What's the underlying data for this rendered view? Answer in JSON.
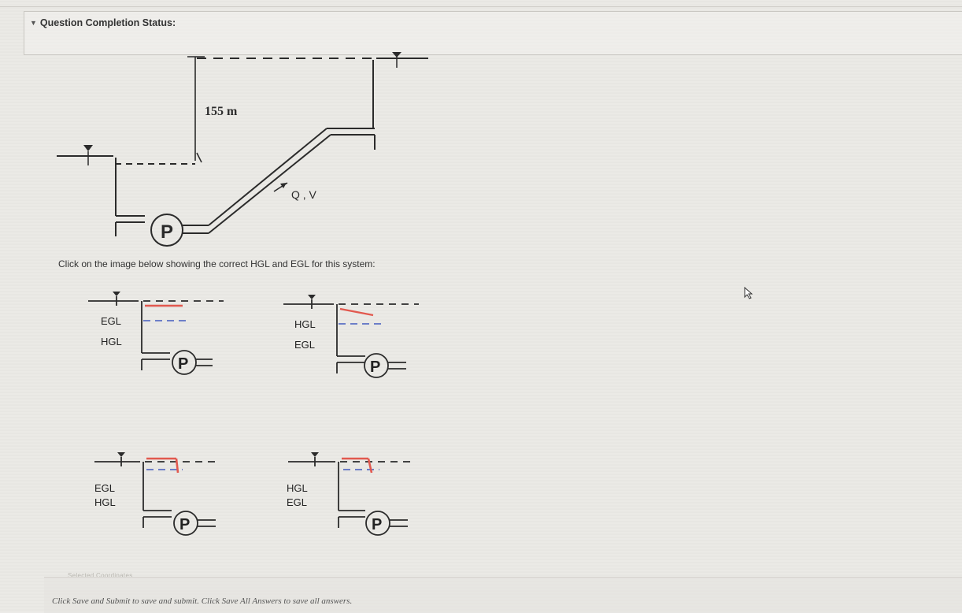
{
  "status": {
    "label": "Question Completion Status:"
  },
  "diagram": {
    "elevation_label": "155 m",
    "flow_label": "Q , V",
    "pump_label": "P"
  },
  "instruction": "Click on the image below showing the correct HGL and EGL for this system:",
  "options": [
    {
      "line1": "EGL",
      "line2": "HGL",
      "pump": "P"
    },
    {
      "line1": "HGL",
      "line2": "EGL",
      "pump": "P"
    },
    {
      "line1": "EGL",
      "line2": "HGL",
      "pump": "P"
    },
    {
      "line1": "HGL",
      "line2": "EGL",
      "pump": "P"
    }
  ],
  "footer": {
    "faded_label": "Selected Coordinates",
    "text": "Click Save and Submit to save and submit. Click Save All Answers to save all answers."
  },
  "colors": {
    "egl_line": "#e2594f",
    "hgl_line": "#5b6fc4",
    "diagram_ink": "#2b2b2b"
  }
}
